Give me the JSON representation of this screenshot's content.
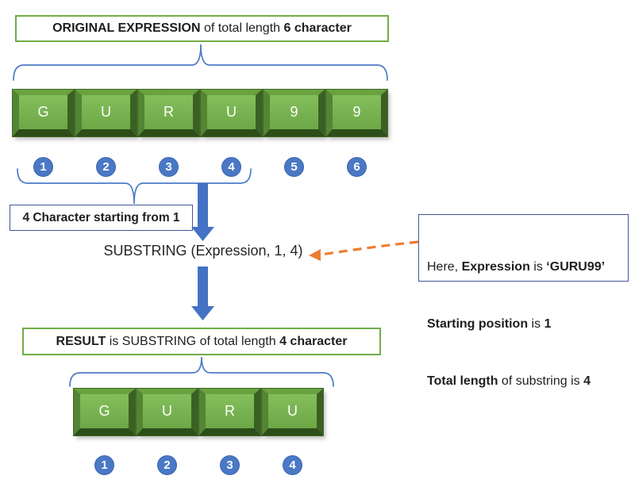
{
  "original_box": {
    "bold1": "ORIGINAL EXPRESSION",
    "mid": " of total length ",
    "bold2": "6 character"
  },
  "expression_keys": {
    "chars": [
      "G",
      "U",
      "R",
      "U",
      "9",
      "9"
    ],
    "positions": [
      "1",
      "2",
      "3",
      "4",
      "5",
      "6"
    ]
  },
  "start_box": {
    "label": "4 Character starting from 1"
  },
  "substring_call": {
    "label": "SUBSTRING (Expression, 1, 4)"
  },
  "note_box": {
    "line1": {
      "pre": "Here, ",
      "bold1": "Expression",
      "mid": " is ",
      "bold2": "‘GURU99’"
    },
    "line2": {
      "bold1": "Starting position",
      "mid": " is ",
      "bold2": "1"
    },
    "line3": {
      "bold1": "Total length",
      "mid": " of substring is ",
      "bold2": "4"
    }
  },
  "result_box": {
    "bold1": "RESULT",
    "mid": " is SUBSTRING of total length ",
    "bold2": "4 character"
  },
  "result_keys": {
    "chars": [
      "G",
      "U",
      "R",
      "U"
    ],
    "positions": [
      "1",
      "2",
      "3",
      "4"
    ]
  },
  "colors": {
    "key_face_green": "#6da746",
    "box_green_border": "#70ad47",
    "box_blue_border": "#41569b",
    "circle_blue": "#4a78c5",
    "arrow_blue": "#4472c4",
    "brace_blue": "#4d7cc7",
    "connector_orange": "#ed7d31"
  }
}
